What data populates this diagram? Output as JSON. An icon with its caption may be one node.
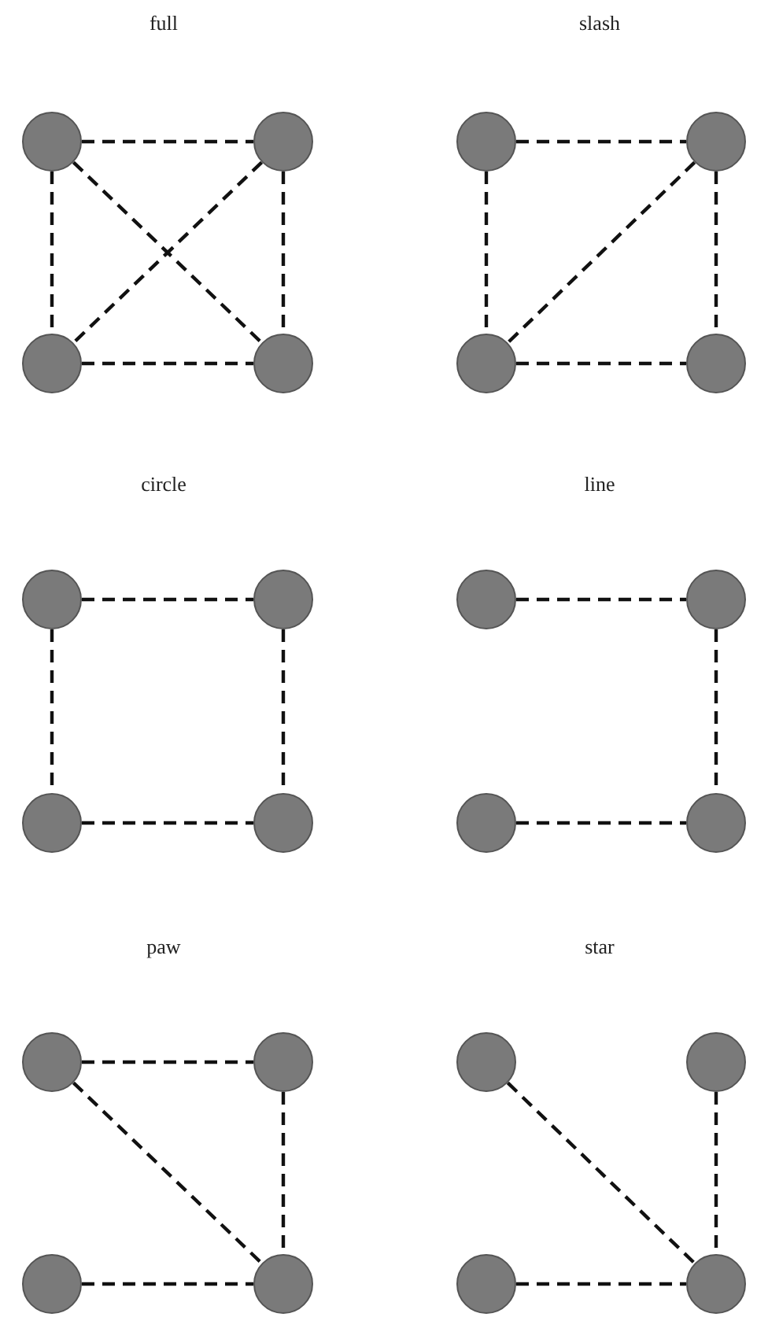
{
  "diagram": {
    "nodes": [
      {
        "text": [],
        "shape": "circle"
      },
      {
        "text": [],
        "shape": "circle"
      },
      {
        "text": [],
        "shape": "circle"
      },
      {
        "text": [],
        "shape": "circle"
      },
      {
        "text": [],
        "shape": "circle"
      },
      {
        "text": [],
        "shape": "circle"
      },
      {
        "text": [],
        "shape": "circle"
      },
      {
        "text": [],
        "shape": "circle"
      },
      {
        "text": [],
        "shape": "circle"
      },
      {
        "text": [],
        "shape": "circle"
      },
      {
        "text": [],
        "shape": "circle"
      },
      {
        "text": [],
        "shape": "circle"
      },
      {
        "text": [],
        "shape": "circle"
      },
      {
        "text": [],
        "shape": "circle"
      },
      {
        "text": [],
        "shape": "circle"
      },
      {
        "text": [],
        "shape": "circle"
      },
      {
        "text": [],
        "shape": "circle"
      },
      {
        "text": [],
        "shape": "circle"
      },
      {
        "text": [],
        "shape": "circle"
      },
      {
        "text": [],
        "shape": "circle"
      },
      {
        "text": [],
        "shape": "circle"
      },
      {
        "text": [],
        "shape": "circle"
      },
      {
        "text": [],
        "shape": "circle"
      },
      {
        "text": [],
        "shape": "circle"
      }
    ],
    "edges": [
      {
        "from": 0,
        "to": 1,
        "arrow": "none",
        "style": "dashed"
      },
      {
        "from": 0,
        "to": 2,
        "arrow": "none",
        "style": "dashed"
      },
      {
        "from": 0,
        "to": 3,
        "arrow": "none",
        "style": "dashed"
      },
      {
        "from": 1,
        "to": 2,
        "arrow": "none",
        "style": "dashed"
      },
      {
        "from": 1,
        "to": 3,
        "arrow": "none",
        "style": "dashed"
      },
      {
        "from": 2,
        "to": 3,
        "arrow": "none",
        "style": "dashed"
      },
      {
        "from": 4,
        "to": 5,
        "arrow": "none",
        "style": "dashed"
      },
      {
        "from": 4,
        "to": 6,
        "arrow": "none",
        "style": "dashed"
      },
      {
        "from": 5,
        "to": 6,
        "arrow": "none",
        "style": "dashed"
      },
      {
        "from": 5,
        "to": 7,
        "arrow": "none",
        "style": "dashed"
      },
      {
        "from": 6,
        "to": 7,
        "arrow": "none",
        "style": "dashed"
      },
      {
        "from": 8,
        "to": 9,
        "arrow": "none",
        "style": "dashed"
      },
      {
        "from": 8,
        "to": 10,
        "arrow": "none",
        "style": "dashed"
      },
      {
        "from": 9,
        "to": 11,
        "arrow": "none",
        "style": "dashed"
      },
      {
        "from": 10,
        "to": 11,
        "arrow": "none",
        "style": "dashed"
      },
      {
        "from": 12,
        "to": 13,
        "arrow": "none",
        "style": "dashed"
      },
      {
        "from": 13,
        "to": 15,
        "arrow": "none",
        "style": "dashed"
      },
      {
        "from": 14,
        "to": 15,
        "arrow": "none",
        "style": "dashed"
      },
      {
        "from": 16,
        "to": 17,
        "arrow": "none",
        "style": "dashed"
      },
      {
        "from": 16,
        "to": 19,
        "arrow": "none",
        "style": "dashed"
      },
      {
        "from": 17,
        "to": 19,
        "arrow": "none",
        "style": "dashed"
      },
      {
        "from": 18,
        "to": 19,
        "arrow": "none",
        "style": "dashed"
      },
      {
        "from": 20,
        "to": 23,
        "arrow": "none",
        "style": "dashed"
      },
      {
        "from": 21,
        "to": 23,
        "arrow": "none",
        "style": "dashed"
      },
      {
        "from": 22,
        "to": 23,
        "arrow": "none",
        "style": "dashed"
      }
    ],
    "labels": [
      "full",
      "slash",
      "circle",
      "line",
      "paw",
      "star"
    ]
  }
}
